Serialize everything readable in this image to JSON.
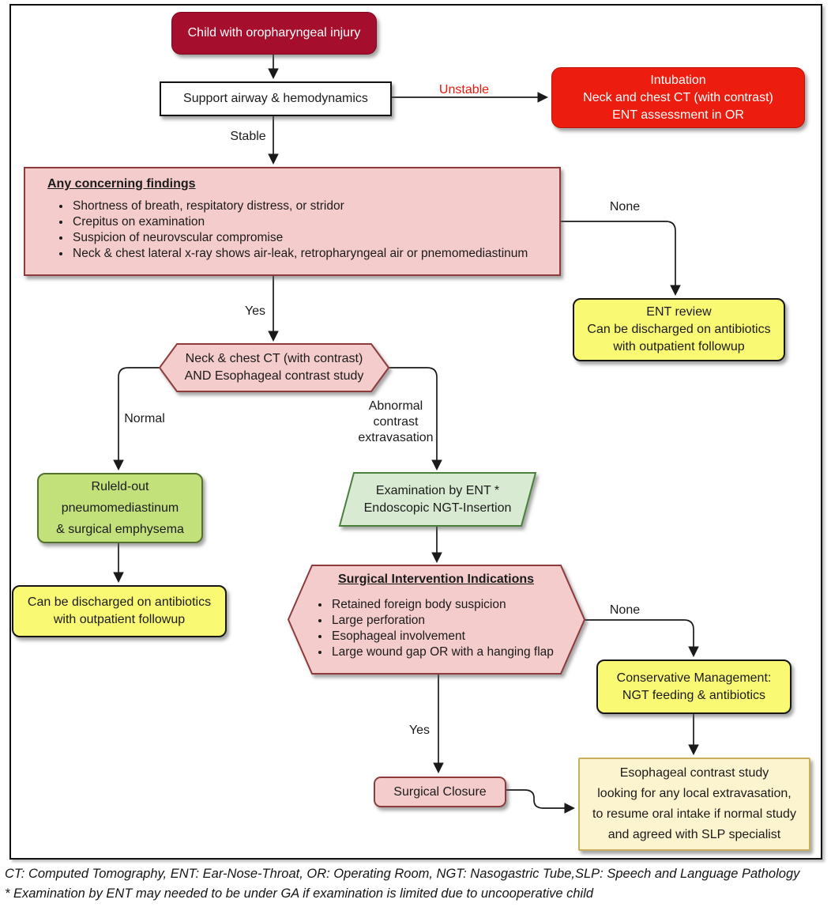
{
  "diagram": {
    "nodes": {
      "start": "Child with oropharyngeal injury",
      "support": "Support airway & hemodynamics",
      "intubation": "Intubation\nNeck and chest CT (with contrast)\nENT assessment in OR",
      "findings": {
        "title": "Any concerning findings",
        "bullets": [
          "Shortness of breath, respitatory distress, or stridor",
          "Crepitus on examination",
          "Suspicion of neurovscular compromise",
          "Neck & chest lateral x-ray shows air-leak, retropharyngeal air or pnemomediastinum"
        ]
      },
      "ent_review": "ENT review\nCan be discharged on antibiotics\nwith outpatient followup",
      "ct_study": "Neck & chest CT (with contrast)\nAND Esophageal contrast study",
      "ruled_out": "Ruleld-out\npneumomediastinum\n& surgical emphysema",
      "discharge": "Can be discharged on antibiotics\nwith outpatient followup",
      "ent_exam": "Examination by ENT *\nEndoscopic NGT-Insertion",
      "surgical_indications": {
        "title": "Surgical Intervention Indications",
        "bullets": [
          "Retained foreign body suspicion",
          "Large perforation",
          "Esophageal involvement",
          "Large wound gap OR with a hanging flap"
        ]
      },
      "conservative": "Conservative Management:\nNGT feeding & antibiotics",
      "surgical_closure": "Surgical Closure",
      "esophageal_study": "Esophageal contrast study\nlooking for any local extravasation,\nto resume oral intake if normal study\nand agreed with SLP specialist"
    },
    "edge_labels": {
      "unstable": "Unstable",
      "stable": "Stable",
      "none_findings": "None",
      "yes_findings": "Yes",
      "normal": "Normal",
      "abnormal": "Abnormal\ncontrast\nextravasation",
      "none_surgical": "None",
      "yes_surgical": "Yes"
    },
    "footnotes": {
      "line1": "CT: Computed Tomography, ENT: Ear-Nose-Throat, OR: Operating Room, NGT: Nasogastric Tube,SLP: Speech and Language Pathology",
      "line2": "* Examination by ENT may needed to be under GA if examination is limited due to uncooperative child"
    },
    "colors": {
      "dark_red": "#A50E2D",
      "bright_red": "#EC1C0E",
      "pink_fill": "#F4CCCC",
      "pink_border": "#8E3B3B",
      "yellow_fill": "#F9F973",
      "green_fill": "#C3E17B",
      "pale_green_fill": "#D9EAD3",
      "pale_green_border": "#49813B",
      "cream_fill": "#FCF3CF",
      "cream_border": "#C9AE5E",
      "line_color": "#1a1a1a"
    }
  }
}
